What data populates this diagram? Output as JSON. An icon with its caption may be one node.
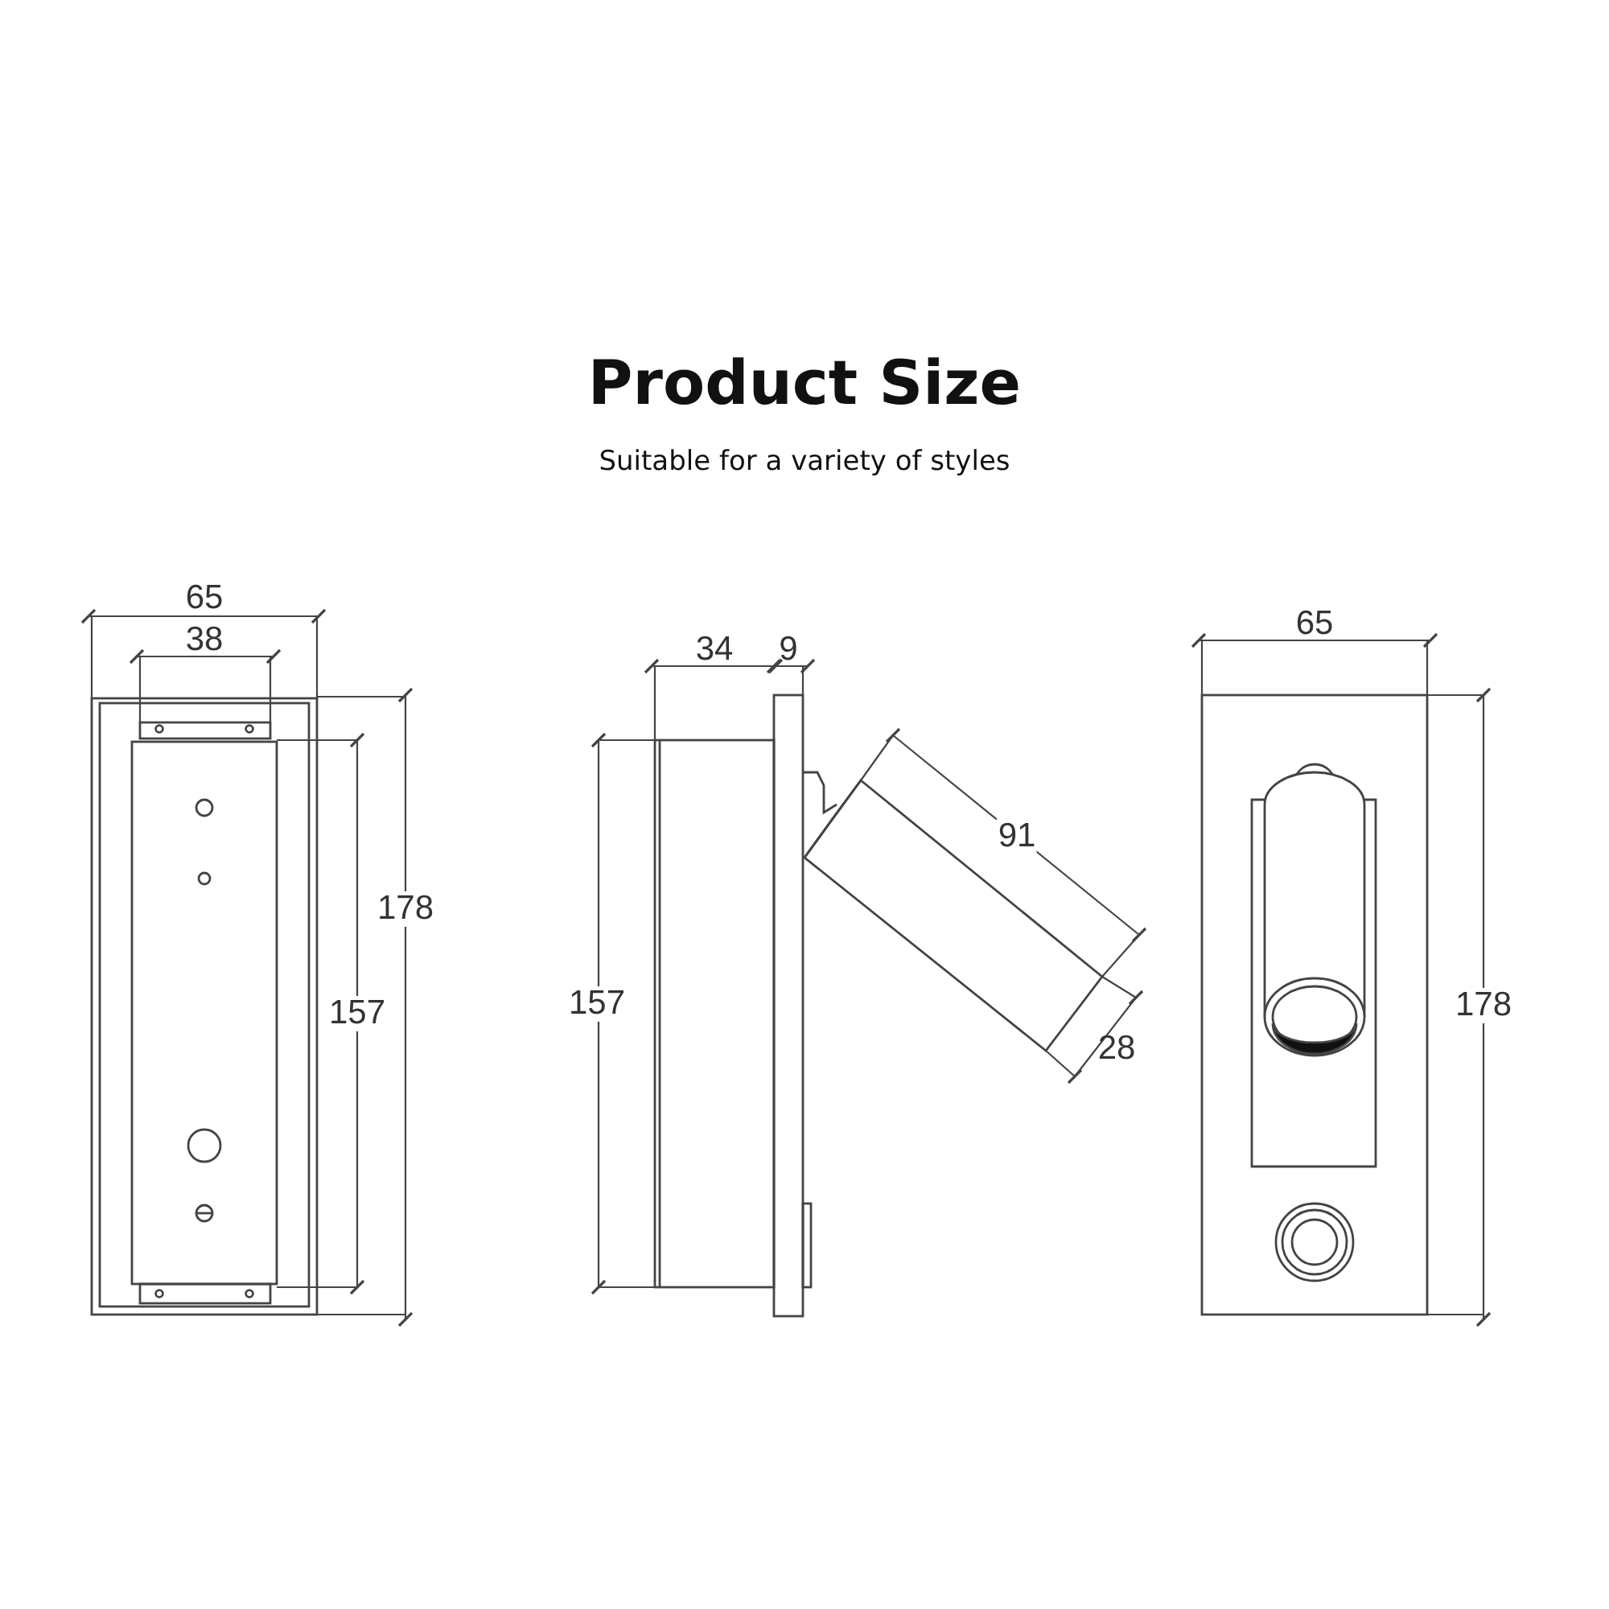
{
  "diagram": {
    "title": "Product Size",
    "caption": "Suitable for a variety of styles",
    "labels": [
      "65",
      "38",
      "178",
      "157",
      "34",
      "9",
      "157",
      "91",
      "28",
      "65",
      "178"
    ]
  }
}
